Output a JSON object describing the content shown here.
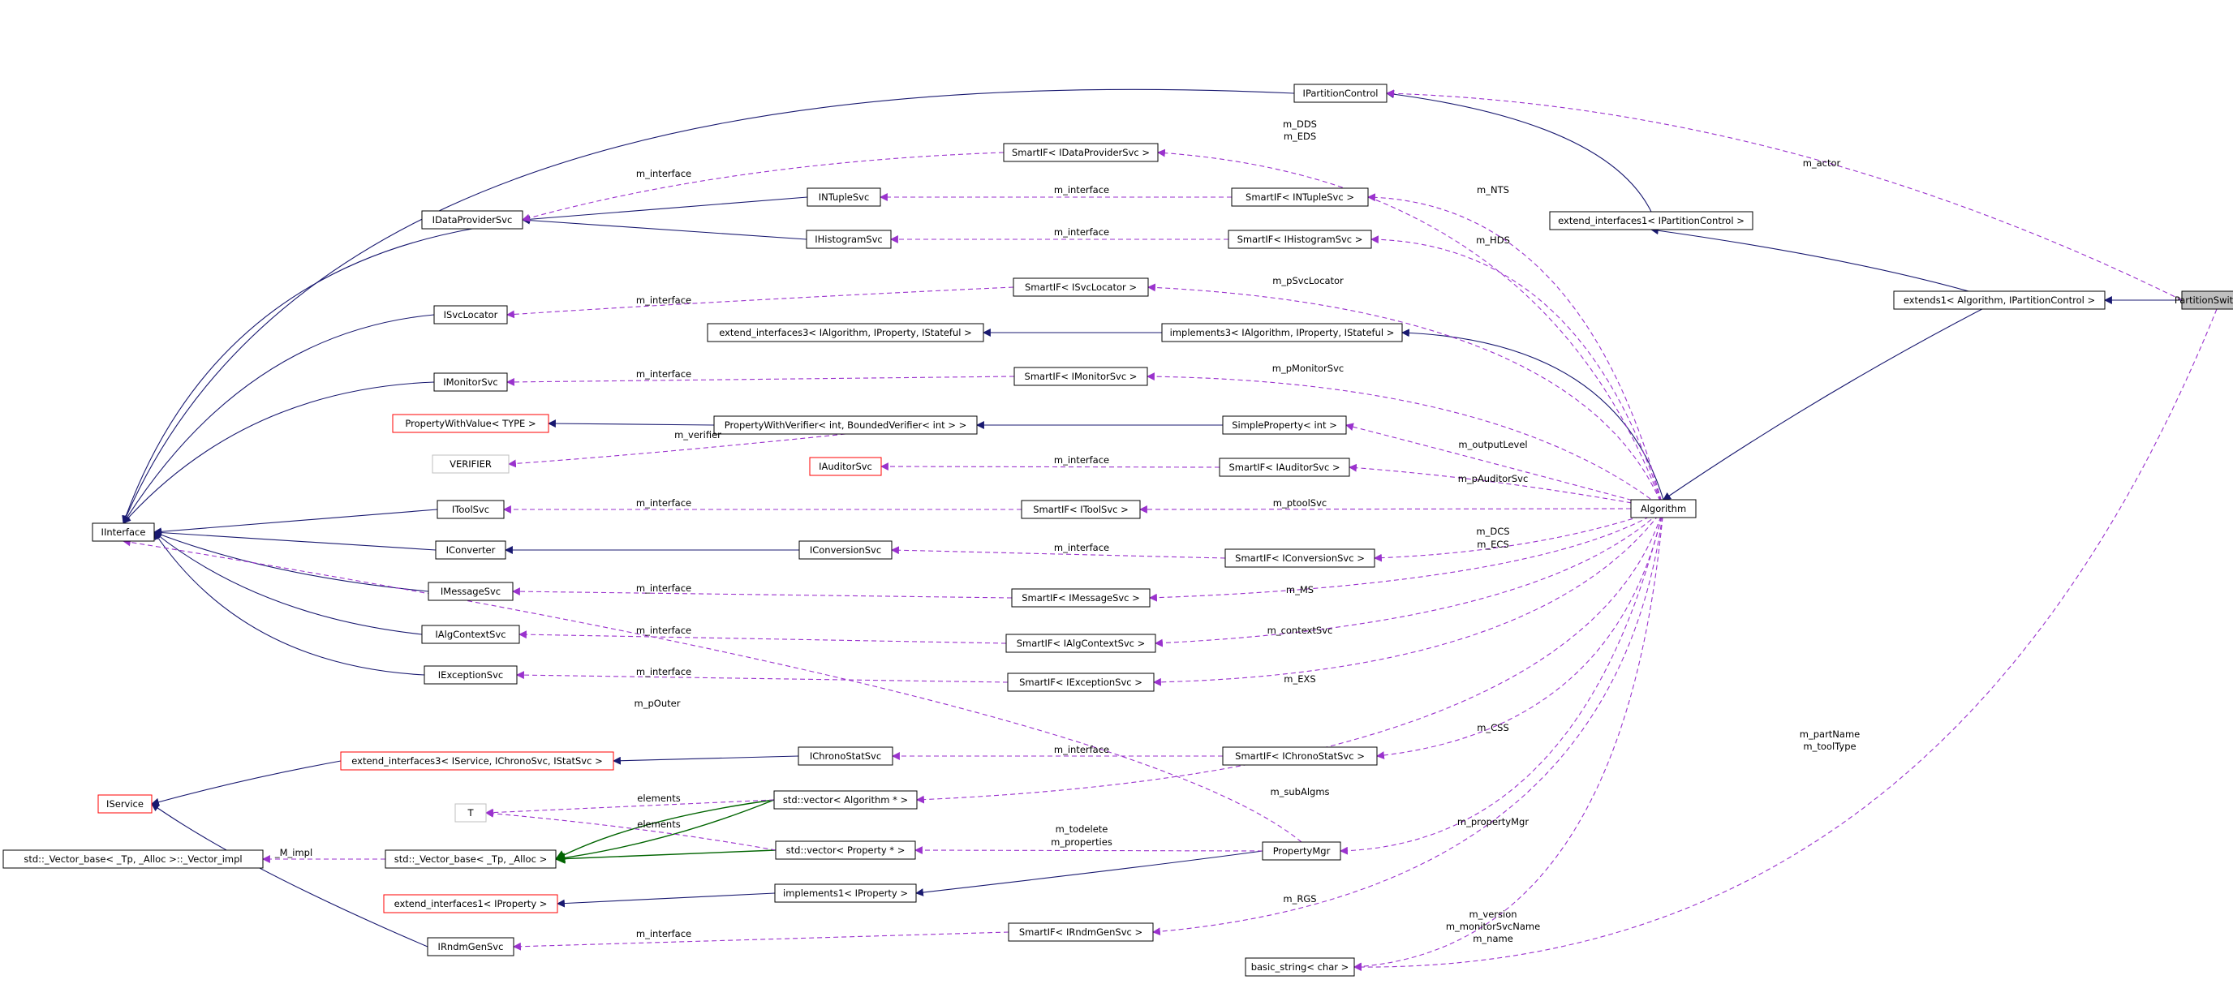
{
  "diagram": {
    "nodes": {
      "PartitionSwitchAlg": {
        "label": "PartitionSwitchAlg",
        "style": "focus"
      },
      "extends1": {
        "label": "extends1< Algorithm, IPartitionControl >",
        "style": "normal"
      },
      "ext_ipc": {
        "label": "extend_interfaces1< IPartitionControl >",
        "style": "normal"
      },
      "IPartitionControl": {
        "label": "IPartitionControl",
        "style": "normal"
      },
      "Algorithm": {
        "label": "Algorithm",
        "style": "normal"
      },
      "IInterface": {
        "label": "IInterface",
        "style": "normal"
      },
      "IDataProviderSvc": {
        "label": "IDataProviderSvc",
        "style": "normal"
      },
      "SmartIF_IDataProviderSvc": {
        "label": "SmartIF< IDataProviderSvc >",
        "style": "normal"
      },
      "INTupleSvc": {
        "label": "INTupleSvc",
        "style": "normal"
      },
      "SmartIF_INTupleSvc": {
        "label": "SmartIF< INTupleSvc >",
        "style": "normal"
      },
      "IHistogramSvc": {
        "label": "IHistogramSvc",
        "style": "normal"
      },
      "SmartIF_IHistogramSvc": {
        "label": "SmartIF< IHistogramSvc >",
        "style": "normal"
      },
      "ISvcLocator": {
        "label": "ISvcLocator",
        "style": "normal"
      },
      "SmartIF_ISvcLocator": {
        "label": "SmartIF< ISvcLocator >",
        "style": "normal"
      },
      "ext3_alg": {
        "label": "extend_interfaces3< IAlgorithm, IProperty, IStateful >",
        "style": "normal"
      },
      "impl3": {
        "label": "implements3< IAlgorithm, IProperty, IStateful >",
        "style": "normal"
      },
      "IMonitorSvc": {
        "label": "IMonitorSvc",
        "style": "normal"
      },
      "SmartIF_IMonitorSvc": {
        "label": "SmartIF< IMonitorSvc >",
        "style": "normal"
      },
      "PropertyWithValue": {
        "label": "PropertyWithValue< TYPE >",
        "style": "template"
      },
      "PropertyWithVerifier": {
        "label": "PropertyWithVerifier< int, BoundedVerifier< int > >",
        "style": "normal"
      },
      "SimpleProperty": {
        "label": "SimpleProperty< int >",
        "style": "normal"
      },
      "VERIFIER": {
        "label": "VERIFIER",
        "style": "grey"
      },
      "IAuditorSvc": {
        "label": "IAuditorSvc",
        "style": "template"
      },
      "SmartIF_IAuditorSvc": {
        "label": "SmartIF< IAuditorSvc >",
        "style": "normal"
      },
      "IToolSvc": {
        "label": "IToolSvc",
        "style": "normal"
      },
      "SmartIF_IToolSvc": {
        "label": "SmartIF< IToolSvc >",
        "style": "normal"
      },
      "IConverter": {
        "label": "IConverter",
        "style": "normal"
      },
      "IConversionSvc": {
        "label": "IConversionSvc",
        "style": "normal"
      },
      "SmartIF_IConversionSvc": {
        "label": "SmartIF< IConversionSvc >",
        "style": "normal"
      },
      "IMessageSvc": {
        "label": "IMessageSvc",
        "style": "normal"
      },
      "SmartIF_IMessageSvc": {
        "label": "SmartIF< IMessageSvc >",
        "style": "normal"
      },
      "IAlgContextSvc": {
        "label": "IAlgContextSvc",
        "style": "normal"
      },
      "SmartIF_IAlgContextSvc": {
        "label": "SmartIF< IAlgContextSvc >",
        "style": "normal"
      },
      "IExceptionSvc": {
        "label": "IExceptionSvc",
        "style": "normal"
      },
      "SmartIF_IExceptionSvc": {
        "label": "SmartIF< IExceptionSvc >",
        "style": "normal"
      },
      "ext3_chrono": {
        "label": "extend_interfaces3< IService, IChronoSvc, IStatSvc >",
        "style": "template"
      },
      "IChronoStatSvc": {
        "label": "IChronoStatSvc",
        "style": "normal"
      },
      "SmartIF_IChronoStatSvc": {
        "label": "SmartIF< IChronoStatSvc >",
        "style": "normal"
      },
      "IService": {
        "label": "IService",
        "style": "template"
      },
      "T": {
        "label": "T",
        "style": "grey"
      },
      "vec_alg": {
        "label": "std::vector< Algorithm * >",
        "style": "normal"
      },
      "vec_prop": {
        "label": "std::vector< Property * >",
        "style": "normal"
      },
      "vector_base_impl": {
        "label": "std::_Vector_base< _Tp, _Alloc >::_Vector_impl",
        "style": "normal"
      },
      "vector_base": {
        "label": "std::_Vector_base< _Tp, _Alloc >",
        "style": "normal"
      },
      "PropertyMgr": {
        "label": "PropertyMgr",
        "style": "normal"
      },
      "ext1_iprop": {
        "label": "extend_interfaces1< IProperty >",
        "style": "template"
      },
      "impl1_iprop": {
        "label": "implements1< IProperty >",
        "style": "normal"
      },
      "IRndmGenSvc": {
        "label": "IRndmGenSvc",
        "style": "normal"
      },
      "SmartIF_IRndmGenSvc": {
        "label": "SmartIF< IRndmGenSvc >",
        "style": "normal"
      },
      "basic_string": {
        "label": "basic_string< char >",
        "style": "normal"
      }
    },
    "edge_labels": {
      "m_actor": "m_actor",
      "m_DDS": "m_DDS",
      "m_EDS": "m_EDS",
      "m_NTS": "m_NTS",
      "m_HDS": "m_HDS",
      "m_pSvcLocator": "m_pSvcLocator",
      "m_pMonitorSvc": "m_pMonitorSvc",
      "m_outputLevel": "m_outputLevel",
      "m_pAuditorSvc": "m_pAuditorSvc",
      "m_ptoolSvc": "m_ptoolSvc",
      "m_DCS": "m_DCS",
      "m_ECS": "m_ECS",
      "m_MS": "m_MS",
      "m_contextSvc": "m_contextSvc",
      "m_EXS": "m_EXS",
      "m_CSS": "m_CSS",
      "m_subAlgms": "m_subAlgms",
      "m_propertyMgr": "m_propertyMgr",
      "m_RGS": "m_RGS",
      "m_version": "m_version",
      "m_monitorSvcName": "m_monitorSvcName",
      "m_name": "m_name",
      "m_partName": "m_partName",
      "m_toolType": "m_toolType",
      "m_pOuter": "m_pOuter",
      "m_verifier": "m_verifier",
      "m_todelete": "m_todelete",
      "m_properties": "m_properties",
      "elements": "elements",
      "_M_impl": "_M_impl",
      "m_interface": "m_interface"
    },
    "colors": {
      "inheritance": "#191970",
      "template_inheritance": "#006400",
      "usage": "#9a32cd",
      "focus_fill": "#bfbfbf",
      "template_border": "#ff0000",
      "grey_border": "#bfbfbf"
    }
  }
}
